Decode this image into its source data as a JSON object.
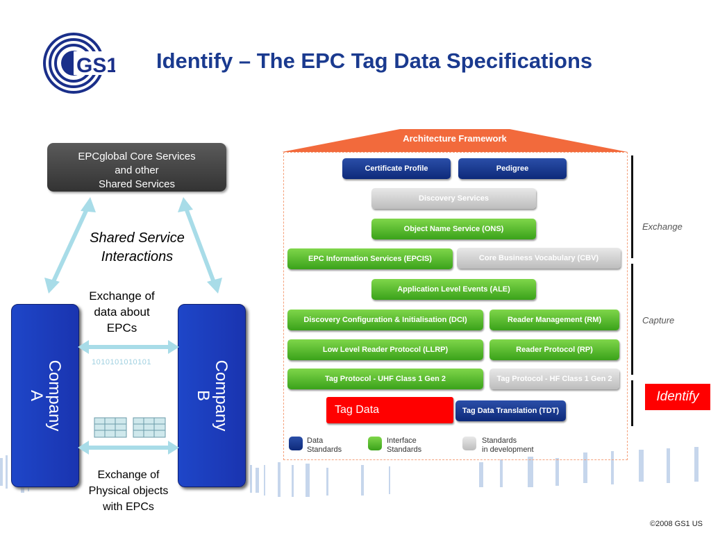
{
  "header": {
    "logo_text": "GS1",
    "title": "Identify – The EPC Tag Data Specifications"
  },
  "left_diagram": {
    "shared_box_lines": [
      "EPCglobal Core Services",
      "and other",
      "Shared Services"
    ],
    "shared_label_lines": [
      "Shared Service",
      "Interactions"
    ],
    "exchange_data_lines": [
      "Exchange of",
      "data about",
      "EPCs"
    ],
    "binary_text": "1010101010101",
    "exchange_physical_lines": [
      "Exchange of",
      "Physical objects",
      "with EPCs"
    ],
    "company_a_lines": [
      "Company",
      "A"
    ],
    "company_b_lines": [
      "Company",
      "B"
    ]
  },
  "framework": {
    "roof_label": "Architecture Framework",
    "blocks": {
      "certificate_profile": "Certificate Profile",
      "pedigree": "Pedigree",
      "discovery_services": "Discovery Services",
      "ons": "Object Name Service (ONS)",
      "epcis": "EPC Information Services (EPCIS)",
      "cbv": "Core Business Vocabulary (CBV)",
      "ale": "Application Level Events (ALE)",
      "dci": "Discovery Configuration & Initialisation (DCI)",
      "rm": "Reader Management (RM)",
      "llrp": "Low Level Reader Protocol (LLRP)",
      "rp": "Reader Protocol (RP)",
      "uhf": "Tag Protocol - UHF Class 1 Gen 2",
      "hf": "Tag Protocol - HF Class 1 Gen 2",
      "tag_data": "Tag Data",
      "tdt": "Tag Data Translation (TDT)"
    },
    "side_labels": {
      "exchange": "Exchange",
      "capture": "Capture",
      "identify": "Identify"
    },
    "legend": [
      {
        "lines": [
          "Data",
          "Standards"
        ],
        "color": "#0e2a7a"
      },
      {
        "lines": [
          "Interface",
          "Standards"
        ],
        "color": "#3aa21a"
      },
      {
        "lines": [
          "Standards",
          "in development"
        ],
        "color": "#c8c8c8"
      }
    ]
  },
  "footer": {
    "copyright": "©2008 GS1 US"
  },
  "colors": {
    "title": "#1a3a8f",
    "company": "#1e46c8",
    "identify": "#ff0000",
    "roof": "#f26a3c"
  }
}
